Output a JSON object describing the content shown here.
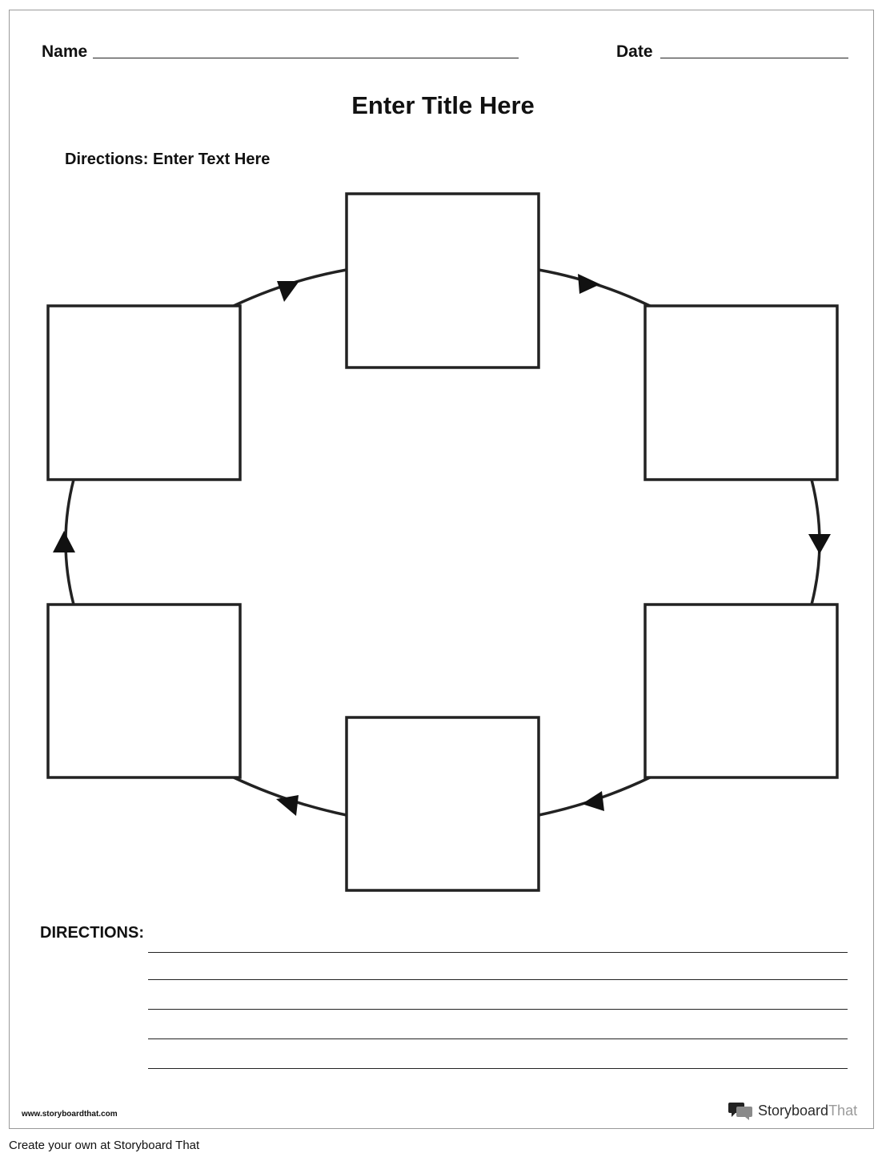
{
  "header": {
    "name_label": "Name",
    "date_label": "Date"
  },
  "title": "Enter Title Here",
  "subtitle_directions": "Directions: Enter Text Here",
  "cycle": {
    "boxes": [
      "",
      "",
      "",
      "",
      "",
      ""
    ],
    "arrow_direction": "clockwise"
  },
  "bottom_directions": {
    "label": "DIRECTIONS:",
    "lines": [
      "",
      "",
      "",
      "",
      ""
    ]
  },
  "footer": {
    "url": "www.storyboardthat.com",
    "brand_dark": "Storyboard",
    "brand_light": "That",
    "brand_icon": "speech-bubbles-icon"
  },
  "caption": "Create your own at Storyboard That"
}
